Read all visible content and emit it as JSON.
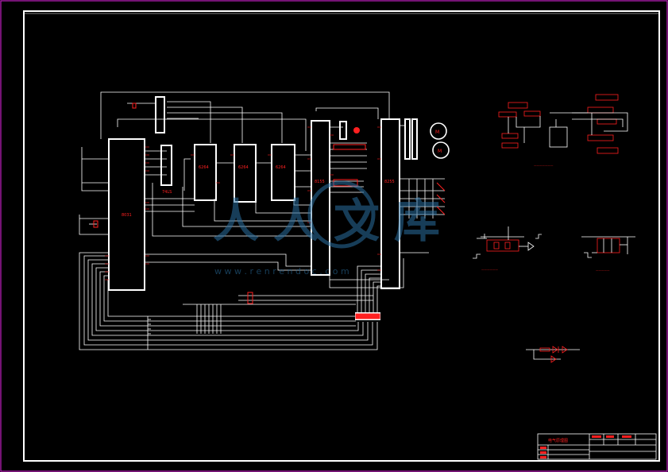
{
  "colors": {
    "background": "#000000",
    "outer_border": "#c020c0",
    "frame": "#ffffff",
    "wire": "#ffffff",
    "label": "#ff2020",
    "watermark": "#2a6fa0"
  },
  "chips": {
    "main_cpu": "8031",
    "latch": "74LS",
    "mem1": "6264",
    "mem2": "6264",
    "mem3": "6264",
    "pio1": "8155",
    "pio2": "8255"
  },
  "watermark": {
    "text": "人人文库",
    "url": "w w w . r e n r e n d o c . c o m"
  },
  "title_block": {
    "title": "电气原理图"
  }
}
